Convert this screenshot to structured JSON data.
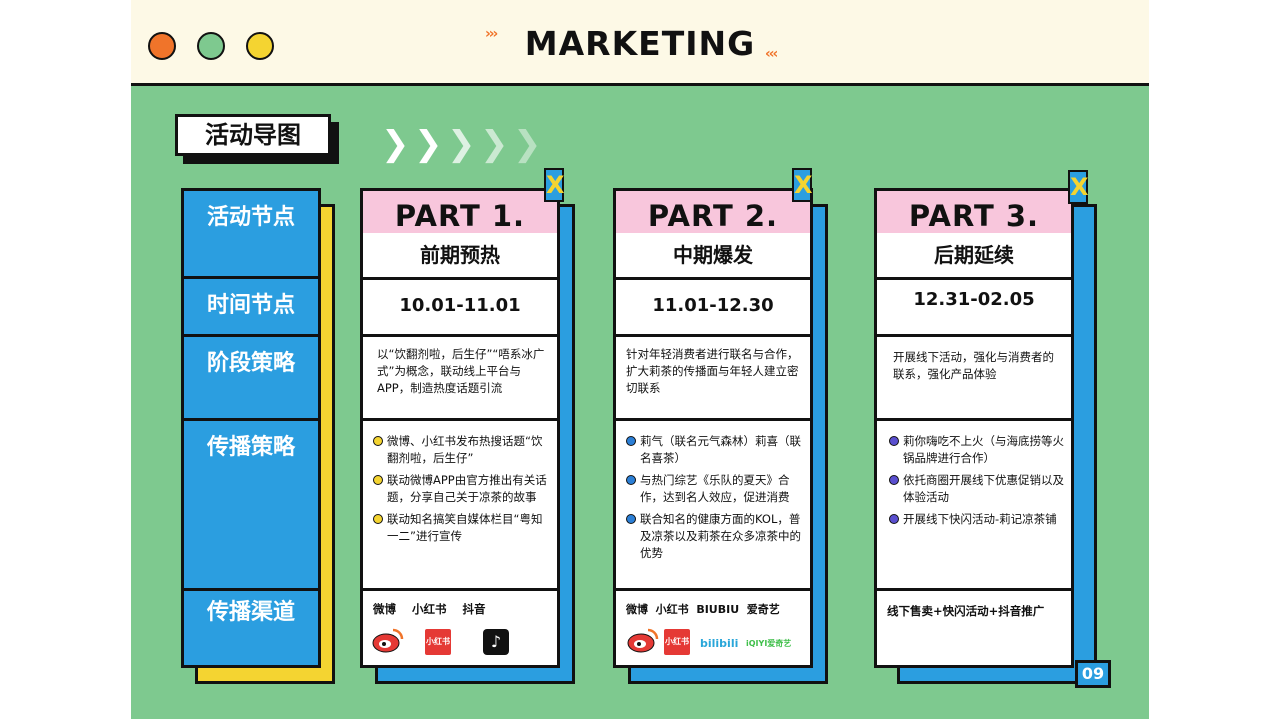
{
  "header": {
    "title": "MARKETING",
    "dot_colors": [
      "#f0742a",
      "#7ec98f",
      "#f4d431"
    ]
  },
  "section": {
    "title": "活动导图"
  },
  "row_headers": [
    "活动节点",
    "时间节点",
    "阶段策略",
    "传播策略",
    "传播渠道"
  ],
  "cards": [
    {
      "part": "PART 1.",
      "phase": "前期预热",
      "date": "10.01-11.01",
      "strategy": "以“饮翻剂啦，后生仔”“唔系冰广式”为概念，联动线上平台与APP，制造热度话题引流",
      "bullets": [
        "微博、小红书发布热搜话题“饮翻剂啦，后生仔”",
        "联动微博APP由官方推出有关话题，分享自己关于凉茶的故事",
        "联动知名搞笑自媒体栏目“粤知一二”进行宣传"
      ],
      "bullet_color": "#f4d431",
      "channels": "微博    小红书    抖音",
      "icons": [
        "weibo-icon",
        "xiaohongshu-icon",
        "douyin-icon"
      ],
      "xiaohongshu_label": "小红书"
    },
    {
      "part": "PART 2.",
      "phase": "中期爆发",
      "date": "11.01-12.30",
      "strategy": "针对年轻消费者进行联名与合作，扩大莉茶的传播面与年轻人建立密切联系",
      "bullets": [
        "莉气（联名元气森林）莉喜（联名喜茶）",
        "与热门综艺《乐队的夏天》合作，达到名人效应，促进消费",
        "联合知名的健康方面的KOL，普及凉茶以及莉茶在众多凉茶中的优势"
      ],
      "bullet_color": "#2b7fd6",
      "channels": "微博  小红书  BIUBIU  爱奇艺",
      "icons": [
        "weibo-icon",
        "xiaohongshu-icon",
        "bilibili-icon",
        "iqiyi-icon"
      ],
      "xiaohongshu_label": "小红书",
      "bilibili_label": "bilibili",
      "iqiyi_label": "iQIYI爱奇艺"
    },
    {
      "part": "PART 3.",
      "phase": "后期延续",
      "date": "12.31-02.05",
      "strategy": "开展线下活动，强化与消费者的联系，强化产品体验",
      "bullets": [
        "莉你嗨吃不上火（与海底捞等火锅品牌进行合作）",
        "依托商圈开展线下优惠促销以及体验活动",
        "开展线下快闪活动-莉记凉茶铺"
      ],
      "bullet_color": "#5a4fcf",
      "channels": "线下售卖+快闪活动+抖音推广"
    }
  ],
  "page_number": "09"
}
